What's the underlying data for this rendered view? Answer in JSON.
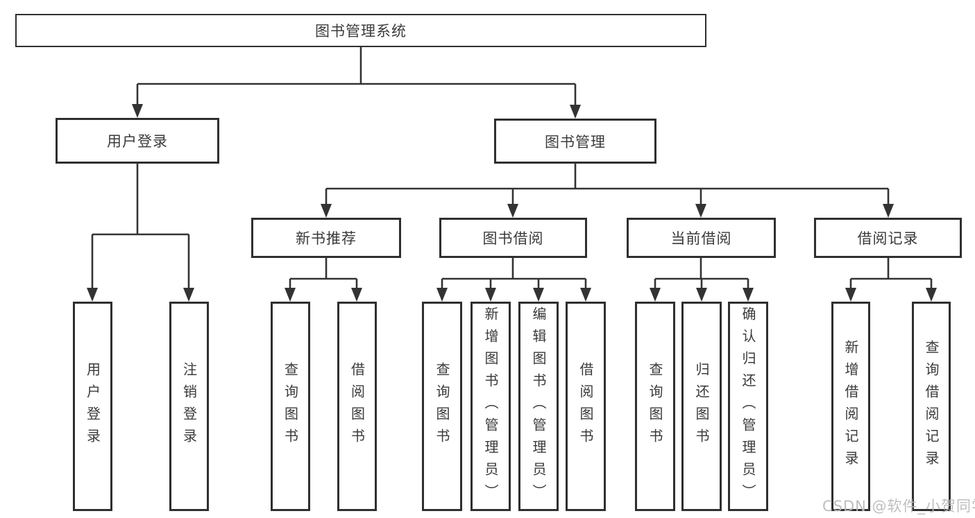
{
  "diagram": {
    "root": "图书管理系统",
    "level2": {
      "user_login": "用户登录",
      "book_mgmt": "图书管理"
    },
    "level3": {
      "new_books": "新书推荐",
      "borrowing": "图书借阅",
      "current": "当前借阅",
      "records": "借阅记录"
    },
    "leaves": {
      "login": "用户登录",
      "logout": "注销登录",
      "nb_query": "查询图书",
      "nb_borrow": "借阅图书",
      "bw_query": "查询图书",
      "bw_add": "新增图书（管理员）",
      "bw_edit": "编辑图书（管理员）",
      "bw_borrow": "借阅图书",
      "cur_query": "查询图书",
      "cur_return": "归还图书",
      "cur_confirm": "确认归还（管理员）",
      "rec_add": "新增借阅记录",
      "rec_query": "查询借阅记录"
    }
  },
  "watermark": "CSDN @软件_小贺同学",
  "colors": {
    "border": "#2f2f2f",
    "line": "#333333",
    "text": "#3a3a3a",
    "watermark": "#b9b9b9",
    "background": "#ffffff"
  }
}
